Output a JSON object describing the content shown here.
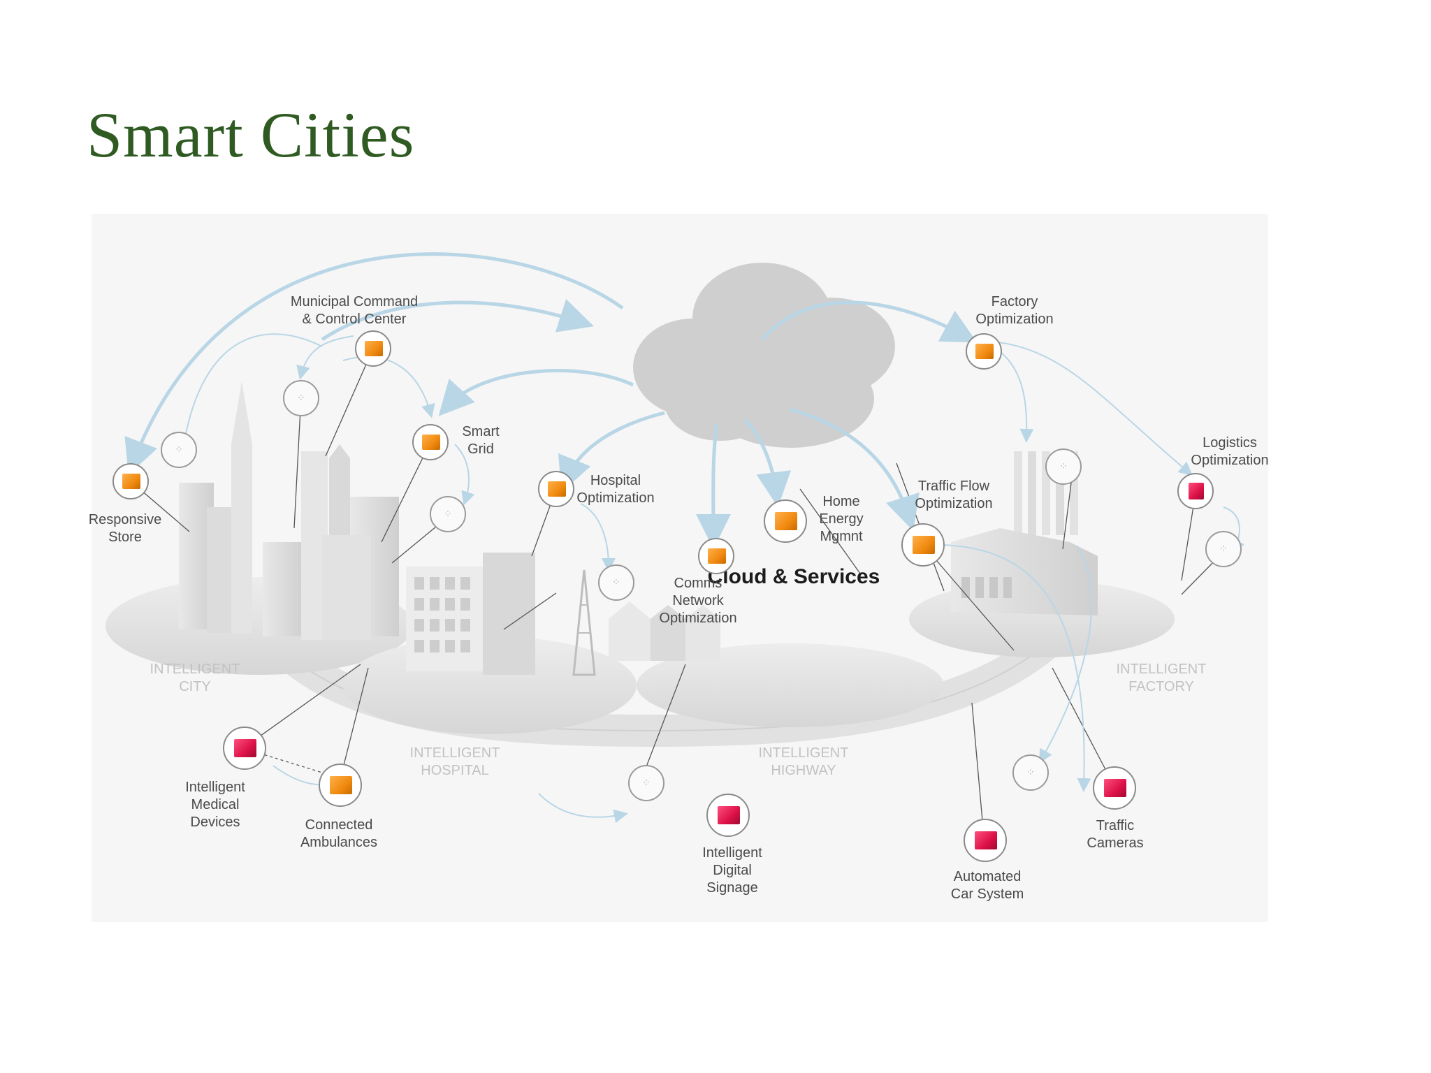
{
  "slide": {
    "title": "Smart Cities"
  },
  "cloud": {
    "label": "Cloud & Services"
  },
  "labels": {
    "municipal": "Municipal Command\n& Control Center",
    "smart_grid": "Smart\nGrid",
    "responsive_store": "Responsive\nStore",
    "hospital_opt": "Hospital\nOptimization",
    "home_energy": "Home\nEnergy\nMgmnt",
    "comms_network": "Comms\nNetwork\nOptimization",
    "traffic_flow": "Traffic Flow\nOptimization",
    "factory_opt": "Factory\nOptimization",
    "logistics_opt": "Logistics\nOptimization",
    "intelligent_medical": "Intelligent\nMedical\nDevices",
    "connected_ambulances": "Connected\nAmbulances",
    "digital_signage": "Intelligent\nDigital\nSignage",
    "automated_car": "Automated\nCar System",
    "traffic_cameras": "Traffic\nCameras"
  },
  "zones": {
    "city": "INTELLIGENT\nCITY",
    "hospital": "INTELLIGENT\nHOSPITAL",
    "highway": "INTELLIGENT\nHIGHWAY",
    "factory": "INTELLIGENT\nFACTORY"
  },
  "colors": {
    "title": "#2f5a22",
    "arrow": "#b9d6e6",
    "gateway": "#f08a10",
    "device": "#dc1146"
  },
  "icons": {
    "gateway": "orange-cube-icon",
    "device": "pink-cube-icon",
    "sensor": "sensor-dots-icon"
  }
}
